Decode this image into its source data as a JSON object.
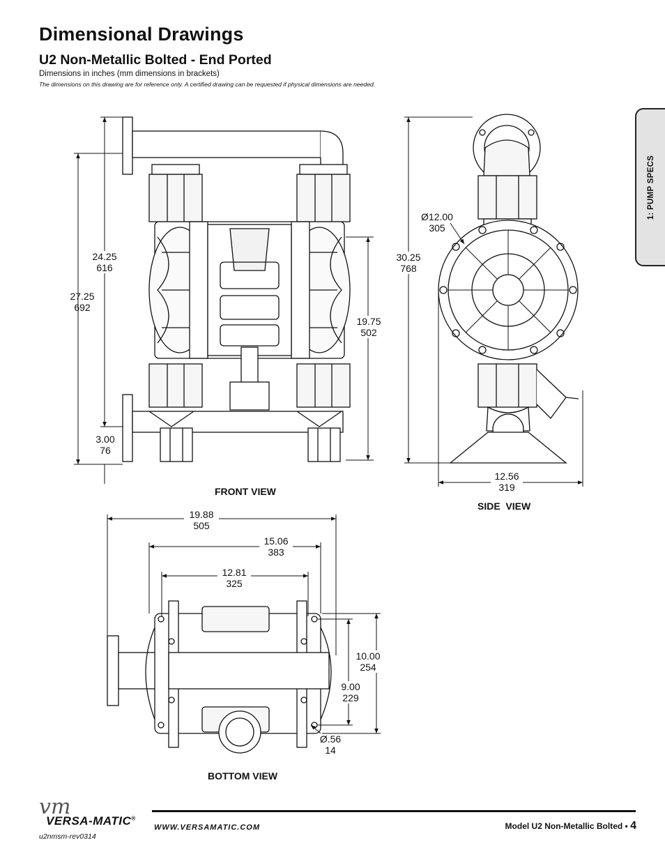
{
  "header": {
    "title": "Dimensional Drawings",
    "subtitle": "U2 Non-Metallic Bolted - End Ported",
    "dims_note": "Dimensions in inches (mm dimensions in brackets)",
    "disclaimer": "The dimensions on this drawing are for reference only.  A certified drawing can be requested if physical dimensions are needed."
  },
  "side_tab": {
    "label": "1: PUMP SPECS"
  },
  "views": {
    "front": "FRONT VIEW",
    "side": "SIDE  VIEW",
    "bottom": "BOTTOM VIEW"
  },
  "dimensions": {
    "front_outer": {
      "in": "27.25",
      "mm": "692"
    },
    "front_inner": {
      "in": "24.25",
      "mm": "616"
    },
    "front_base": {
      "in": "3.00",
      "mm": "76"
    },
    "front_right": {
      "in": "19.75",
      "mm": "502"
    },
    "side_height": {
      "in": "30.25",
      "mm": "768"
    },
    "side_dia": {
      "in": "Ø12.00",
      "mm": "305"
    },
    "side_width": {
      "in": "12.56",
      "mm": "319"
    },
    "bottom_overall": {
      "in": "19.88",
      "mm": "505"
    },
    "bottom_mid": {
      "in": "15.06",
      "mm": "383"
    },
    "bottom_inner": {
      "in": "12.81",
      "mm": "325"
    },
    "bottom_depth": {
      "in": "10.00",
      "mm": "254"
    },
    "bottom_bolt": {
      "in": "9.00",
      "mm": "229"
    },
    "bottom_hole": {
      "in": "Ø.56",
      "mm": "14"
    }
  },
  "footer": {
    "logo_mark": "vm",
    "logo_text": "VERSA-MATIC",
    "registered": "®",
    "doc_code": "u2nmsm-rev0314",
    "website": "WWW.VERSAMATIC.COM",
    "model": "Model U2 Non-Metallic Bolted • ",
    "page": "4"
  }
}
